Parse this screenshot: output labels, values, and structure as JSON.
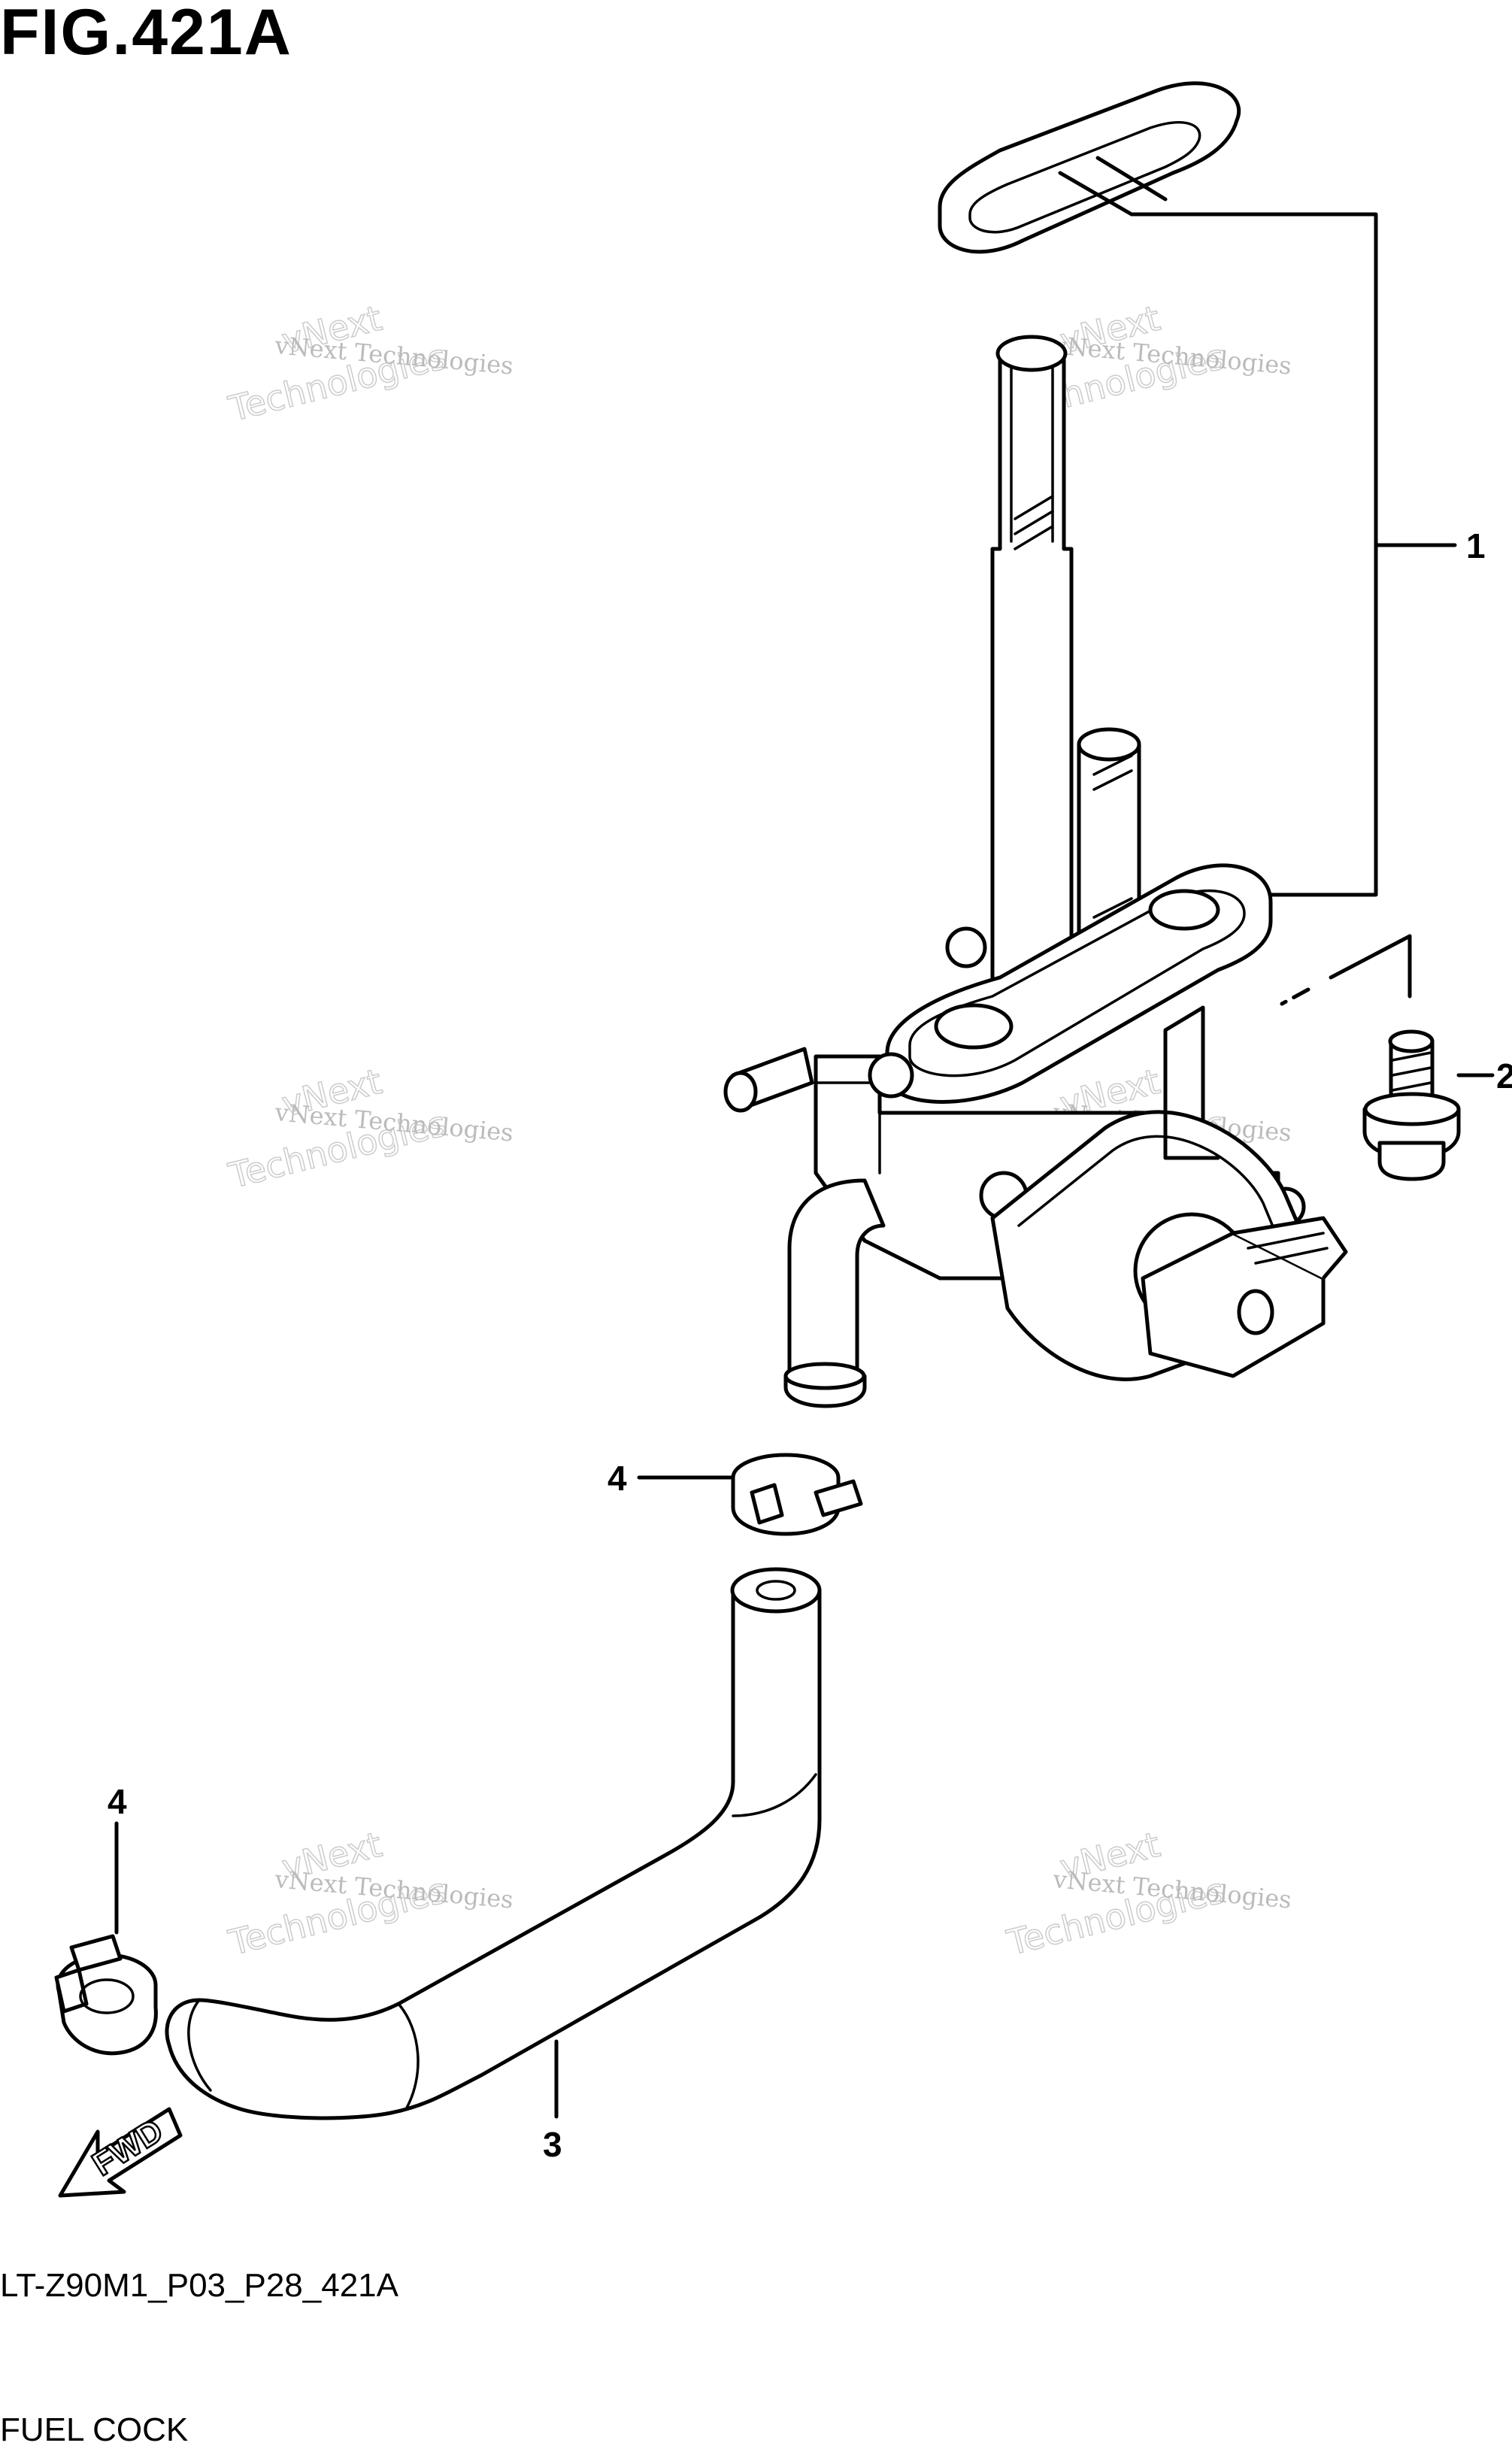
{
  "figure": {
    "title": "FIG.421A",
    "code": "LT-Z90M1_P03_P28_421A",
    "name": "FUEL COCK"
  },
  "callouts": [
    {
      "id": "1",
      "label": "1"
    },
    {
      "id": "2",
      "label": "2"
    },
    {
      "id": "3",
      "label": "3"
    },
    {
      "id": "4a",
      "label": "4"
    },
    {
      "id": "4b",
      "label": "4"
    }
  ],
  "direction_marker": {
    "label": "FWD"
  },
  "watermark": {
    "line1": "vNext Technologies",
    "line2": "vNext",
    "line3": "Technologies"
  },
  "colors": {
    "line": "#000000",
    "background": "#ffffff",
    "watermark": "#bbbbbb"
  }
}
